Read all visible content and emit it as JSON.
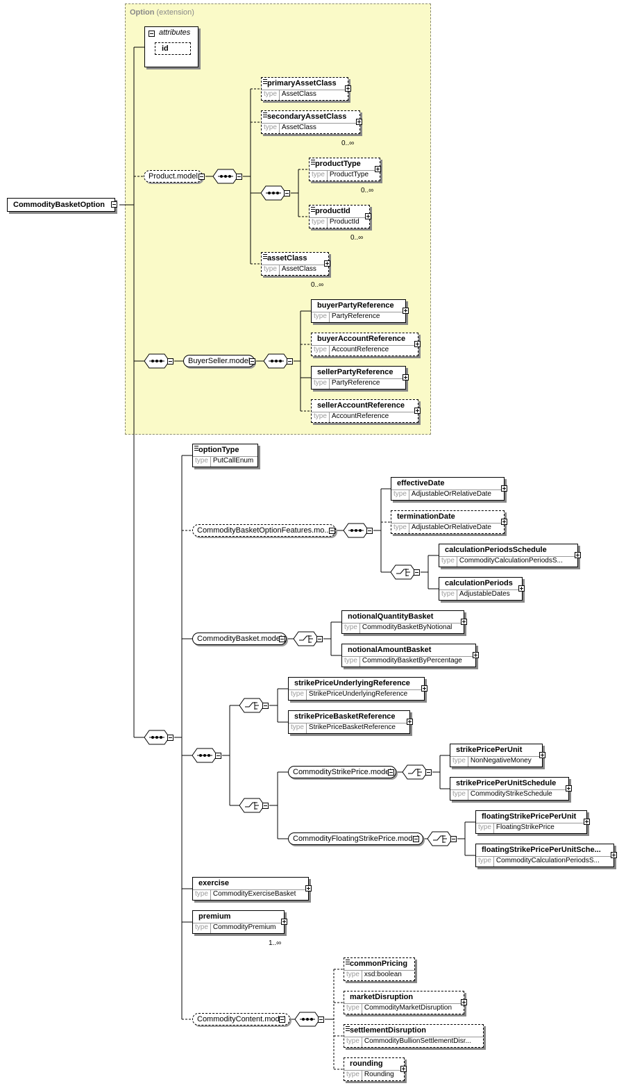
{
  "extension": {
    "title": "Option",
    "suffix": "(extension)"
  },
  "root": {
    "name": "CommodityBasketOption"
  },
  "attributes": {
    "title": "attributes",
    "items": [
      "id"
    ]
  },
  "type_key": "type",
  "groups": {
    "product_model": "Product.model",
    "buyerseller_model": "BuyerSeller.model",
    "features_model": "CommodityBasketOptionFeatures.mo...",
    "basket_model": "CommodityBasket.model",
    "strike_model": "CommodityStrikePrice.model",
    "floating_model": "CommodityFloatingStrikePrice.model",
    "content_model": "CommodityContent.model"
  },
  "elements": {
    "primaryAssetClass": {
      "name": "primaryAssetClass",
      "type": "AssetClass"
    },
    "secondaryAssetClass": {
      "name": "secondaryAssetClass",
      "type": "AssetClass",
      "card": "0..∞"
    },
    "productType": {
      "name": "productType",
      "type": "ProductType",
      "card": "0..∞"
    },
    "productId": {
      "name": "productId",
      "type": "ProductId",
      "card": "0..∞"
    },
    "assetClass": {
      "name": "assetClass",
      "type": "AssetClass",
      "card": "0..∞"
    },
    "buyerPartyReference": {
      "name": "buyerPartyReference",
      "type": "PartyReference"
    },
    "buyerAccountReference": {
      "name": "buyerAccountReference",
      "type": "AccountReference"
    },
    "sellerPartyReference": {
      "name": "sellerPartyReference",
      "type": "PartyReference"
    },
    "sellerAccountReference": {
      "name": "sellerAccountReference",
      "type": "AccountReference"
    },
    "optionType": {
      "name": "optionType",
      "type": "PutCallEnum"
    },
    "effectiveDate": {
      "name": "effectiveDate",
      "type": "AdjustableOrRelativeDate"
    },
    "terminationDate": {
      "name": "terminationDate",
      "type": "AdjustableOrRelativeDate"
    },
    "calculationPeriodsSchedule": {
      "name": "calculationPeriodsSchedule",
      "type": "CommodityCalculationPeriodsS..."
    },
    "calculationPeriods": {
      "name": "calculationPeriods",
      "type": "AdjustableDates"
    },
    "notionalQuantityBasket": {
      "name": "notionalQuantityBasket",
      "type": "CommodityBasketByNotional"
    },
    "notionalAmountBasket": {
      "name": "notionalAmountBasket",
      "type": "CommodityBasketByPercentage"
    },
    "strikePriceUnderlyingReference": {
      "name": "strikePriceUnderlyingReference",
      "type": "StrikePriceUnderlyingReference"
    },
    "strikePriceBasketReference": {
      "name": "strikePriceBasketReference",
      "type": "StrikePriceBasketReference"
    },
    "strikePricePerUnit": {
      "name": "strikePricePerUnit",
      "type": "NonNegativeMoney"
    },
    "strikePricePerUnitSchedule": {
      "name": "strikePricePerUnitSchedule",
      "type": "CommodityStrikeSchedule"
    },
    "floatingStrikePricePerUnit": {
      "name": "floatingStrikePricePerUnit",
      "type": "FloatingStrikePrice"
    },
    "floatingStrikePricePerUnitSche": {
      "name": "floatingStrikePricePerUnitSche...",
      "type": "CommodityCalculationPeriodsS..."
    },
    "exercise": {
      "name": "exercise",
      "type": "CommodityExerciseBasket"
    },
    "premium": {
      "name": "premium",
      "type": "CommodityPremium",
      "card": "1..∞"
    },
    "commonPricing": {
      "name": "commonPricing",
      "type": "xsd:boolean"
    },
    "marketDisruption": {
      "name": "marketDisruption",
      "type": "CommodityMarketDisruption"
    },
    "settlementDisruption": {
      "name": "settlementDisruption",
      "type": "CommodityBullionSettlementDisr..."
    },
    "rounding": {
      "name": "rounding",
      "type": "Rounding"
    }
  }
}
